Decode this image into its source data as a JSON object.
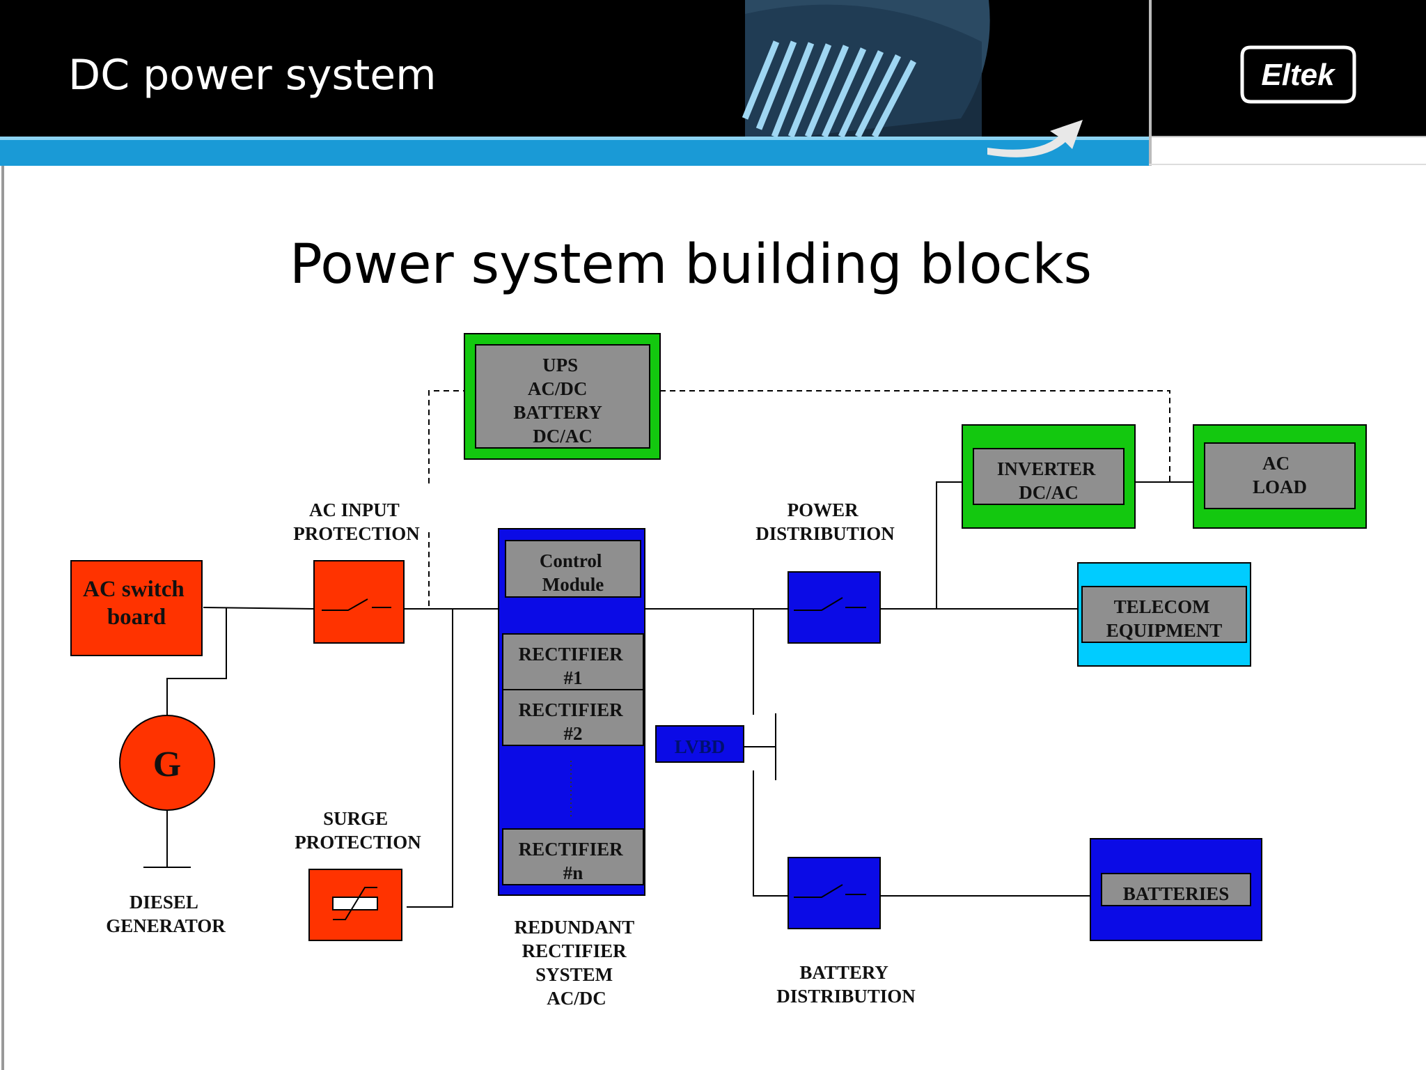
{
  "header": {
    "title": "DC power system",
    "logo_text": "Eltek",
    "colors": {
      "bar": "#000000",
      "accent": "#1a9ad6"
    }
  },
  "slide_title": "Power system building blocks",
  "blocks": {
    "ups": [
      "UPS",
      "AC/DC",
      "BATTERY",
      "DC/AC"
    ],
    "inverter": [
      "INVERTER",
      "DC/AC"
    ],
    "ac_load": [
      "AC",
      "LOAD"
    ],
    "telecom": [
      "TELECOM",
      "EQUIPMENT"
    ],
    "ac_switch_board": [
      "AC switch",
      "board"
    ],
    "generator_symbol": "G",
    "control_module": [
      "Control",
      "Module"
    ],
    "rectifier_1": [
      "RECTIFIER",
      "#1"
    ],
    "rectifier_2": [
      "RECTIFIER",
      "#2"
    ],
    "rectifier_n": [
      "RECTIFIER",
      "#n"
    ],
    "lvbd": "LVBD",
    "batteries": "BATTERIES"
  },
  "labels": {
    "ac_input_protection": [
      "AC INPUT",
      "PROTECTION"
    ],
    "power_distribution": [
      "POWER",
      "DISTRIBUTION"
    ],
    "surge_protection": [
      "SURGE",
      "PROTECTION"
    ],
    "diesel_generator": [
      "DIESEL",
      "GENERATOR"
    ],
    "redundant_rectifier": [
      "REDUNDANT",
      "RECTIFIER",
      "SYSTEM",
      "AC/DC"
    ],
    "battery_distribution": [
      "BATTERY",
      "DISTRIBUTION"
    ]
  },
  "colors": {
    "green": "#13c80f",
    "grey": "#8f8f8f",
    "blue": "#0b0be6",
    "red": "#ff3300",
    "cyan": "#00ccff"
  }
}
